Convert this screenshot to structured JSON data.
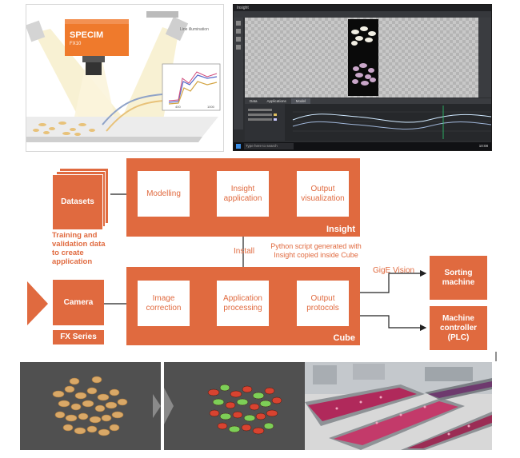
{
  "colors": {
    "accent": "#e06a3f",
    "white": "#ffffff",
    "line": "#222222",
    "dark_ui": "#2b2d30"
  },
  "illustration": {
    "camera_brand": "SPECIM",
    "camera_model": "FX10",
    "lamp_label": "Line illumination",
    "plot_tick_left": "400",
    "plot_tick_right": "1000"
  },
  "software": {
    "window_title": "Insight",
    "tabs": [
      "Data",
      "Applications",
      "Model"
    ],
    "taskbar_search": "Type here to search",
    "clock": "10:08"
  },
  "flow": {
    "datasets": "Datasets",
    "datasets_note": "Training and validation data to create application",
    "modelling": "Modelling",
    "insight_application": "Insight application",
    "output_visualization": "Output visualization",
    "insight_label": "Insight",
    "install": "Install",
    "python_note": "Python script generated with Insight copied inside Cube",
    "gige": "GigE Vision",
    "camera": "Camera",
    "fx_series": "FX Series",
    "image_correction": "Image correction",
    "application_processing": "Application processing",
    "output_protocols": "Output protocols",
    "cube_label": "Cube",
    "sorting_machine": "Sorting machine",
    "machine_controller": "Machine controller (PLC)"
  }
}
